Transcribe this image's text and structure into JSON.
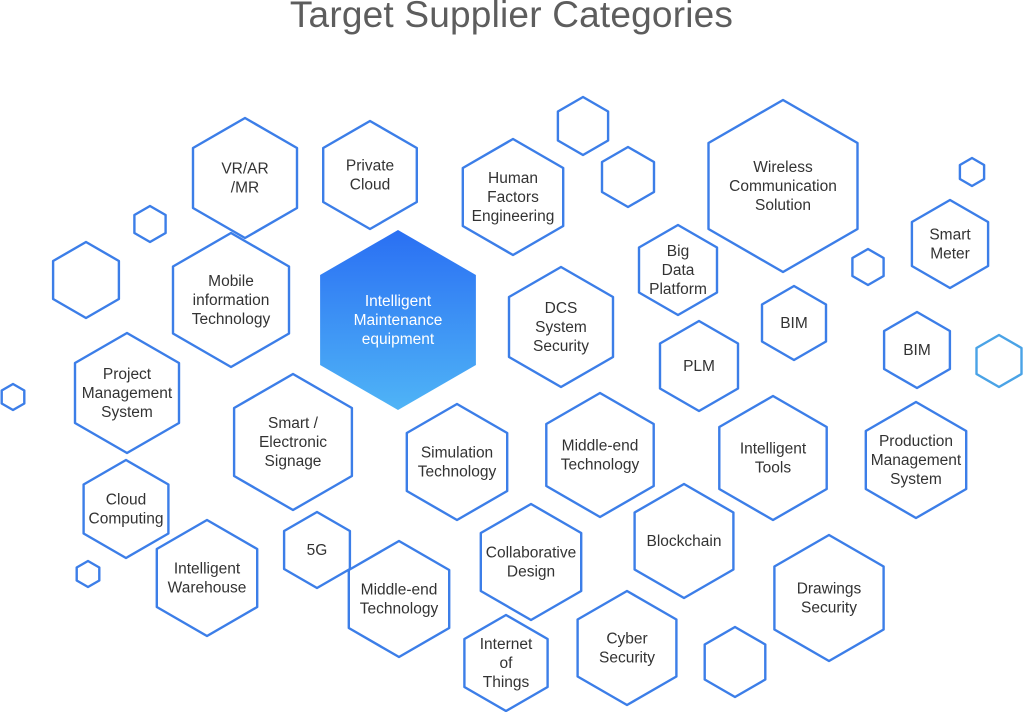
{
  "title": "Target Supplier Categories",
  "colors": {
    "outline": "#3c7ee8",
    "outline_light": "#4aa3e6",
    "featured_top": "#2a6ff3",
    "featured_bottom": "#4fb4f6",
    "text": "#333333"
  },
  "categories": [
    {
      "id": "vr-ar-mr",
      "lines": [
        "VR/AR",
        "/MR"
      ]
    },
    {
      "id": "private-cloud",
      "lines": [
        "Private",
        "Cloud"
      ]
    },
    {
      "id": "human-factors",
      "lines": [
        "Human",
        "Factors",
        "Engineering"
      ]
    },
    {
      "id": "wireless-communication",
      "lines": [
        "Wireless",
        "Communication",
        "Solution"
      ]
    },
    {
      "id": "smart-meter",
      "lines": [
        "Smart",
        "Meter"
      ]
    },
    {
      "id": "big-data",
      "lines": [
        "Big",
        "Data",
        "Platform"
      ]
    },
    {
      "id": "mobile-information",
      "lines": [
        "Mobile",
        "information",
        "Technology"
      ]
    },
    {
      "id": "intelligent-maintenance",
      "lines": [
        "Intelligent",
        "Maintenance",
        "equipment"
      ],
      "featured": true
    },
    {
      "id": "dcs-security",
      "lines": [
        "DCS",
        "System",
        "Security"
      ]
    },
    {
      "id": "bim-1",
      "lines": [
        "BIM"
      ]
    },
    {
      "id": "bim-2",
      "lines": [
        "BIM"
      ]
    },
    {
      "id": "plm",
      "lines": [
        "PLM"
      ]
    },
    {
      "id": "project-management",
      "lines": [
        "Project",
        "Management",
        "System"
      ]
    },
    {
      "id": "smart-signage",
      "lines": [
        "Smart /",
        "Electronic",
        "Signage"
      ]
    },
    {
      "id": "simulation",
      "lines": [
        "Simulation",
        "Technology"
      ]
    },
    {
      "id": "middle-end-1",
      "lines": [
        "Middle-end",
        "Technology"
      ]
    },
    {
      "id": "intelligent-tools",
      "lines": [
        "Intelligent",
        "Tools"
      ]
    },
    {
      "id": "production-management",
      "lines": [
        "Production",
        "Management",
        "System"
      ]
    },
    {
      "id": "cloud-computing",
      "lines": [
        "Cloud",
        "Computing"
      ]
    },
    {
      "id": "5g",
      "lines": [
        "5G"
      ]
    },
    {
      "id": "collaborative-design",
      "lines": [
        "Collaborative",
        "Design"
      ]
    },
    {
      "id": "blockchain",
      "lines": [
        "Blockchain"
      ]
    },
    {
      "id": "intelligent-warehouse",
      "lines": [
        "Intelligent",
        "Warehouse"
      ]
    },
    {
      "id": "middle-end-2",
      "lines": [
        "Middle-end",
        "Technology"
      ]
    },
    {
      "id": "drawings-security",
      "lines": [
        "Drawings",
        "Security"
      ]
    },
    {
      "id": "internet-of-things",
      "lines": [
        "Internet",
        "of",
        "Things"
      ]
    },
    {
      "id": "cyber-security",
      "lines": [
        "Cyber",
        "Security"
      ]
    }
  ]
}
